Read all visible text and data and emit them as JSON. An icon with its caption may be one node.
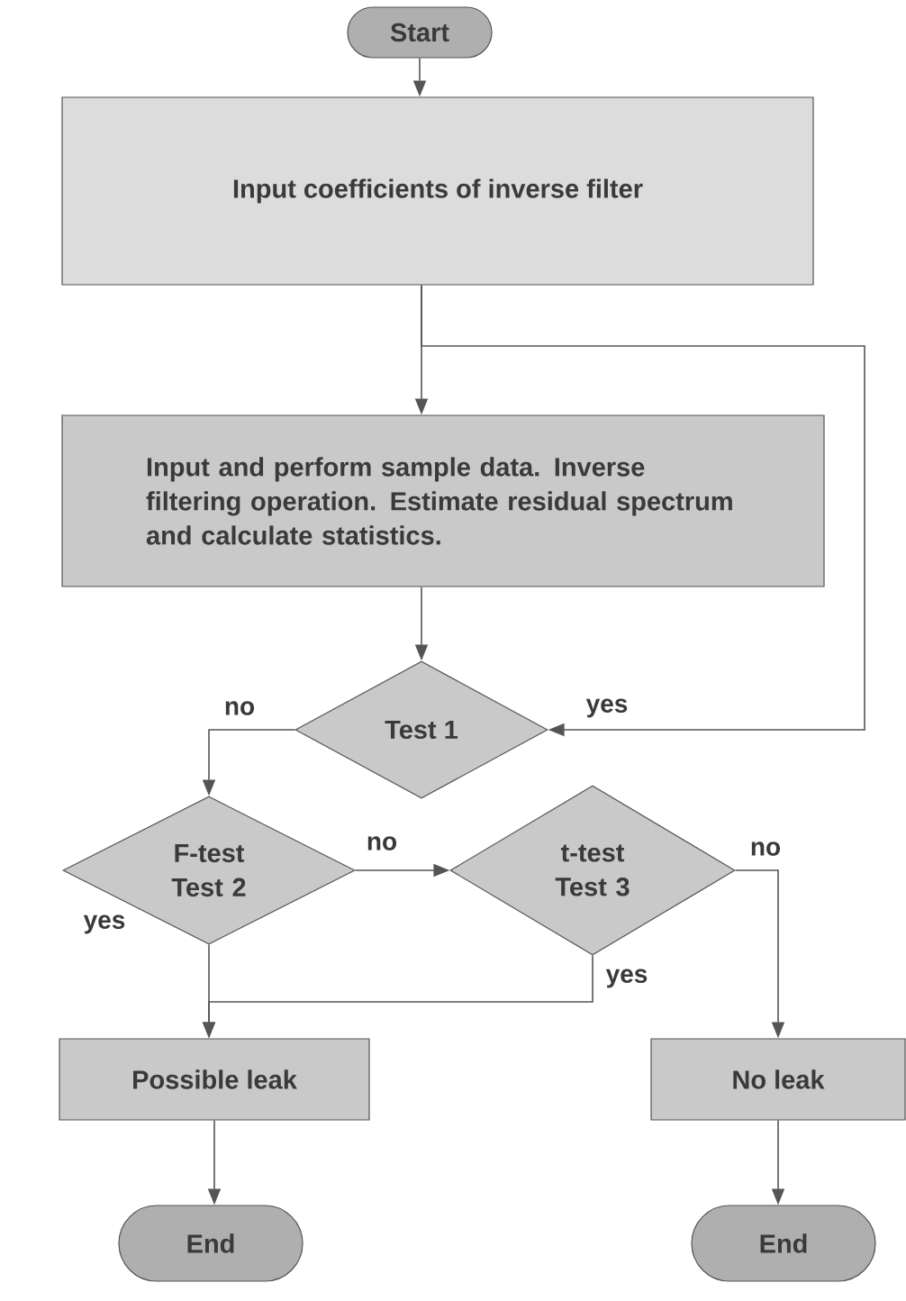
{
  "diagram": {
    "nodes": [
      {
        "text": [
          "Start"
        ]
      },
      {
        "text": [
          "Input coefficients of inverse filter"
        ]
      },
      {
        "text": [
          "Input and perform sample data. Inverse filtering operation. Estimate residual spectrum and calculate statistics."
        ]
      },
      {
        "text": [
          "Test 1"
        ]
      },
      {
        "text": [
          "F-test Test 2"
        ]
      },
      {
        "text": [
          "t-test Test 3"
        ]
      },
      {
        "text": [
          "Possible leak"
        ]
      },
      {
        "text": [
          "No leak"
        ]
      },
      {
        "text": [
          "End"
        ]
      },
      {
        "text": [
          "End"
        ]
      }
    ],
    "edges": [
      {
        "from": 0,
        "to": 1,
        "arrow": "to"
      },
      {
        "from": 1,
        "to": 2,
        "arrow": "to"
      },
      {
        "from": 1,
        "to": 3,
        "arrow": "to",
        "label": "yes"
      },
      {
        "from": 2,
        "to": 3,
        "arrow": "to"
      },
      {
        "from": 3,
        "to": 4,
        "arrow": "to",
        "label": "no"
      },
      {
        "from": 4,
        "to": 5,
        "arrow": "to",
        "label": "no"
      },
      {
        "from": 4,
        "to": 6,
        "arrow": "to",
        "label": "yes"
      },
      {
        "from": 5,
        "to": 6,
        "arrow": "to",
        "label": "yes"
      },
      {
        "from": 5,
        "to": 7,
        "arrow": "to",
        "label": "no"
      },
      {
        "from": 6,
        "to": 8,
        "arrow": "to"
      },
      {
        "from": 7,
        "to": 9,
        "arrow": "to"
      }
    ]
  }
}
